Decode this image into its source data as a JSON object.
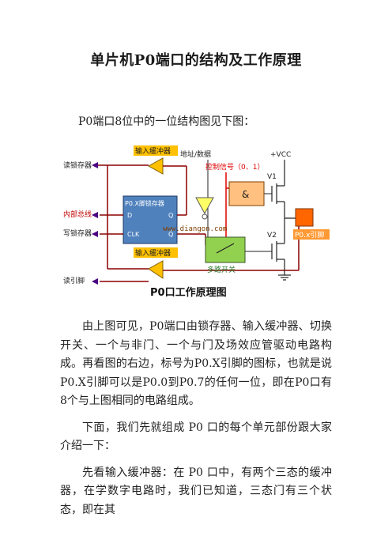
{
  "title": "单片机P0端口的结构及工作原理",
  "intro": "P0端口8位中的一位结构图见下图：",
  "diagram": {
    "labels": {
      "read_latch": "读锁存器",
      "internal_bus": "内部总线",
      "write_latch": "写锁存器",
      "read_pin": "读引脚",
      "input_buffer_top": "输入缓冲器",
      "input_buffer_bottom": "输入缓冲器",
      "latch_title": "P0.X脚锁存器",
      "pin_d": "D",
      "pin_q": "Q",
      "pin_clk": "CLK",
      "pin_qbar": "Q̄",
      "addr_data": "地址/数据",
      "control_signal": "控制信号（0、1）",
      "and_gate": "&",
      "vcc": "+VCC",
      "v1": "V1",
      "v2": "V2",
      "watermark": "www.diangon.com",
      "mux": "多路开关",
      "pin_label": "P0.x引脚",
      "caption": "P0口工作原理图"
    },
    "colors": {
      "input_buffer": "#ffc000",
      "latch": "#4f81bd",
      "mux": "#92d050",
      "pin": "#ff6600",
      "control": "#e00000",
      "inverter": "#ffff66",
      "and_gate": "#ffc080",
      "arrow": "#4b0082"
    }
  },
  "paragraphs": [
    "由上图可见，P0端口由锁存器、输入缓冲器、切换开关、一个与非门、一个与门及场效应管驱动电路构成。再看图的右边，标号为P0.X引脚的图标，也就是说P0.X引脚可以是P0.0到P0.7的任何一位，即在P0口有8个与上图相同的电路组成。",
    "下面，我们先就组成 P0 口的每个单元部份跟大家介绍一下：",
    "先看输入缓冲器：在 P0 口中，有两个三态的缓冲器，在学数字电路时，我们已知道，三态门有三个状态，即在其"
  ]
}
